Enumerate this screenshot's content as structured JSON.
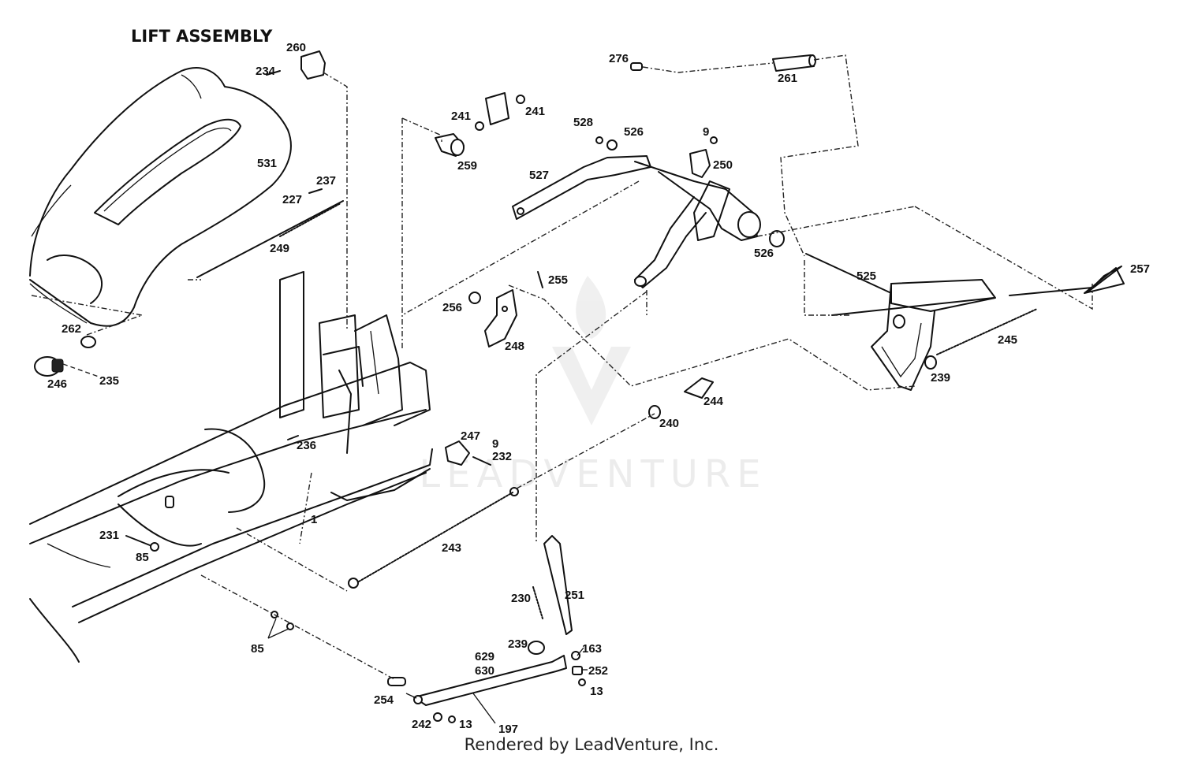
{
  "title": "LIFT ASSEMBLY",
  "footer": "Rendered by LeadVenture, Inc.",
  "watermark": "LEADVENTURE",
  "callouts": [
    "260",
    "234",
    "276",
    "261",
    "241",
    "241",
    "528",
    "526",
    "9",
    "250",
    "531",
    "237",
    "227",
    "259",
    "527",
    "249",
    "526",
    "525",
    "257",
    "255",
    "256",
    "262",
    "248",
    "245",
    "246",
    "235",
    "239",
    "244",
    "240",
    "247",
    "9",
    "232",
    "236",
    "231",
    "85",
    "243",
    "230",
    "251",
    "239",
    "163",
    "629",
    "630",
    "252",
    "85",
    "13",
    "254",
    "197",
    "242",
    "13",
    "1"
  ]
}
